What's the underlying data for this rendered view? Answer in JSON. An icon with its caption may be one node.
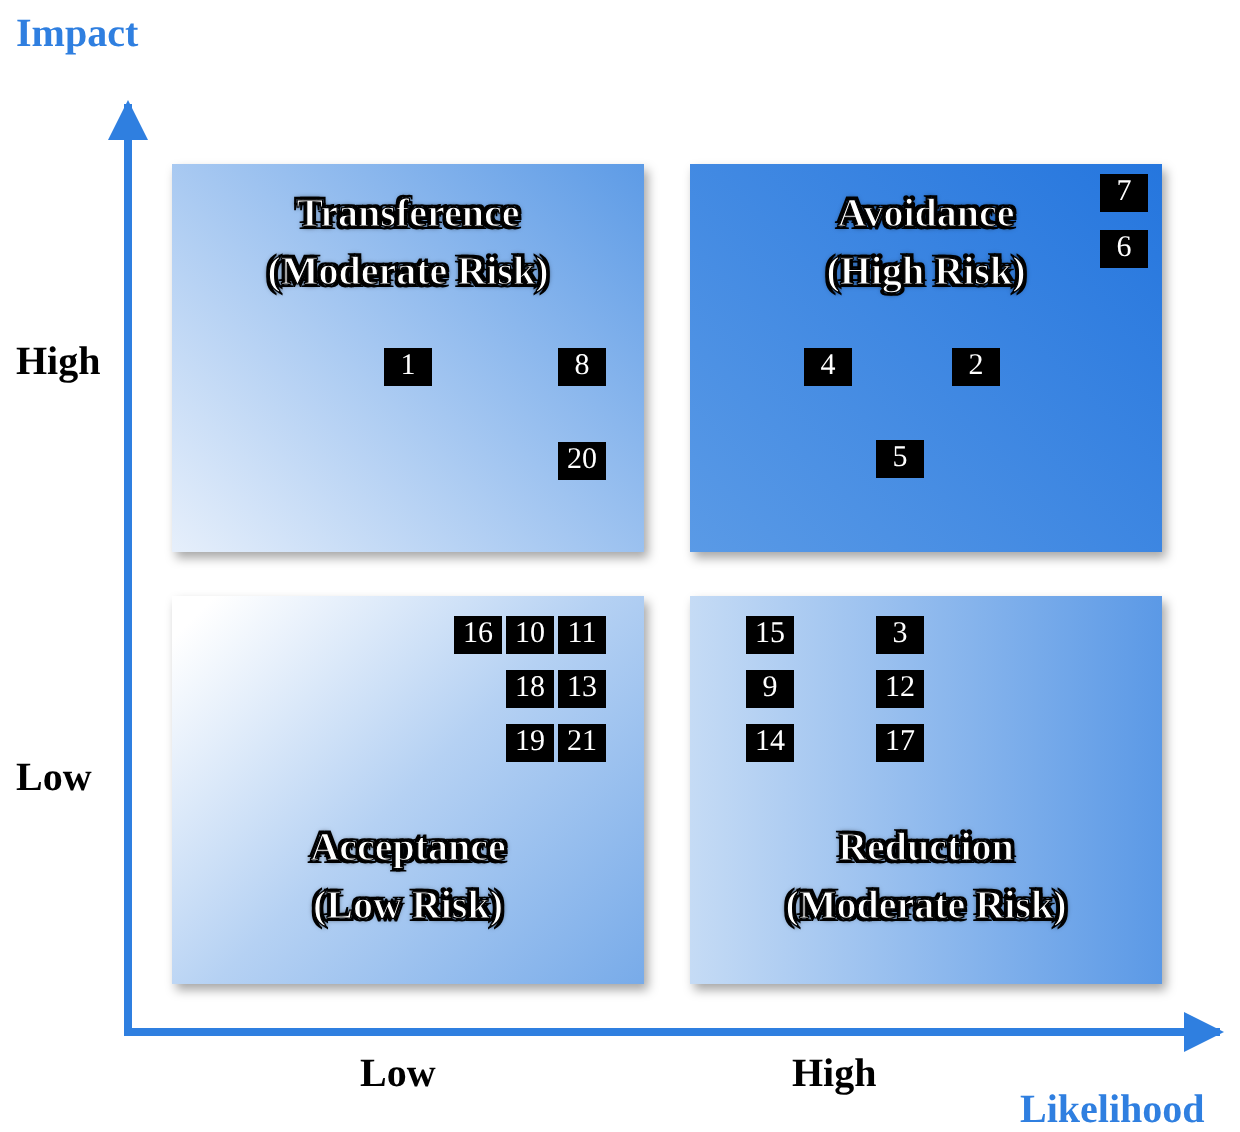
{
  "diagram": {
    "nodes": [
      {
        "text": [
          "Transference (Moderate Risk)"
        ]
      },
      {
        "text": [
          "1"
        ],
        "in": 0
      },
      {
        "text": [
          "8"
        ],
        "in": 0
      },
      {
        "text": [
          "20"
        ],
        "in": 0
      },
      {
        "text": [
          "Avoidance (High Risk)"
        ]
      },
      {
        "text": [
          "7"
        ],
        "in": 4
      },
      {
        "text": [
          "6"
        ],
        "in": 4
      },
      {
        "text": [
          "4"
        ],
        "in": 4
      },
      {
        "text": [
          "2"
        ],
        "in": 4
      },
      {
        "text": [
          "5"
        ],
        "in": 4
      },
      {
        "text": [
          "Acceptance (Low Risk)"
        ]
      },
      {
        "text": [
          "16"
        ],
        "in": 10
      },
      {
        "text": [
          "10"
        ],
        "in": 10
      },
      {
        "text": [
          "11"
        ],
        "in": 10
      },
      {
        "text": [
          "18"
        ],
        "in": 10
      },
      {
        "text": [
          "13"
        ],
        "in": 10
      },
      {
        "text": [
          "19"
        ],
        "in": 10
      },
      {
        "text": [
          "21"
        ],
        "in": 10
      },
      {
        "text": [
          "Reduction (Moderate Risk)"
        ]
      },
      {
        "text": [
          "15"
        ],
        "in": 18
      },
      {
        "text": [
          "3"
        ],
        "in": 18
      },
      {
        "text": [
          "9"
        ],
        "in": 18
      },
      {
        "text": [
          "12"
        ],
        "in": 18
      },
      {
        "text": [
          "14"
        ],
        "in": 18
      },
      {
        "text": [
          "17"
        ],
        "in": 18
      }
    ],
    "labels": [
      "Impact",
      "High",
      "Low",
      "Low",
      "High",
      "Likelihood"
    ]
  }
}
